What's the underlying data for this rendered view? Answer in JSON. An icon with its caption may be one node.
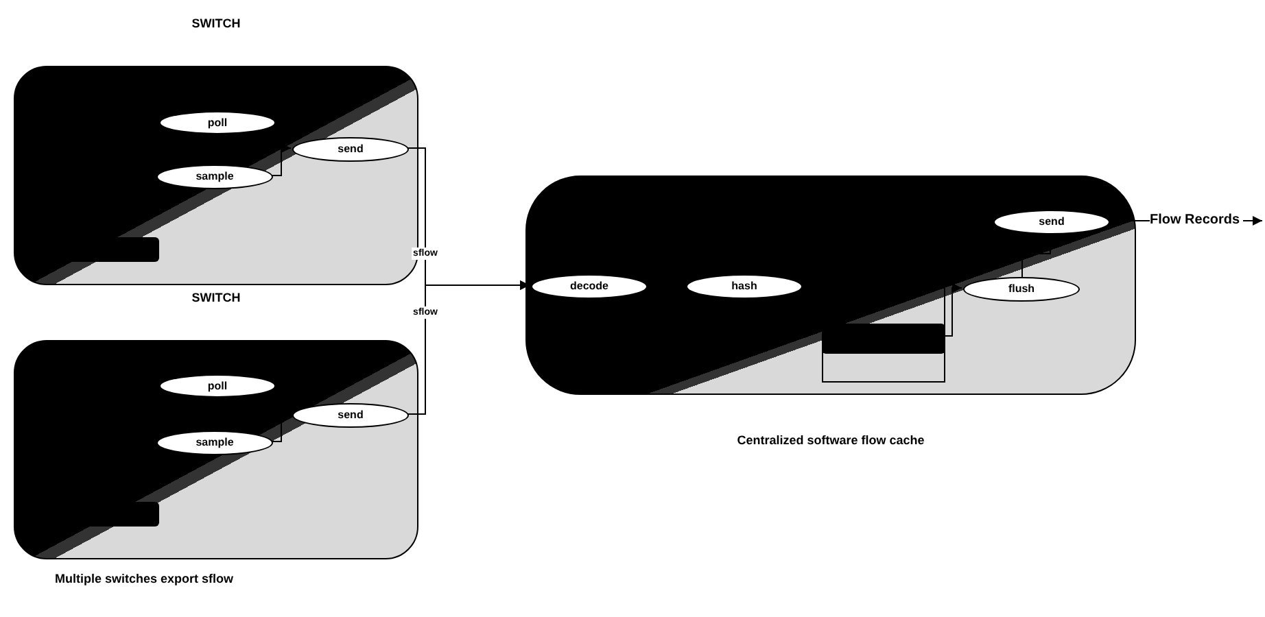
{
  "diagram": {
    "nodes": [
      {
        "text": [
          "SWITCH"
        ]
      },
      {
        "text": [
          "poll"
        ],
        "in": 0
      },
      {
        "text": [
          "sample"
        ],
        "in": 0
      },
      {
        "text": [
          "send"
        ],
        "in": 0
      },
      {
        "text": [],
        "shape": "bar",
        "in": 0
      },
      {
        "text": [
          "SWITCH"
        ]
      },
      {
        "text": [
          "poll"
        ],
        "in": 5
      },
      {
        "text": [
          "sample"
        ],
        "in": 5
      },
      {
        "text": [
          "send"
        ],
        "in": 5
      },
      {
        "text": [],
        "shape": "bar",
        "in": 5
      },
      {
        "text": [
          "Centralized software flow cache"
        ]
      },
      {
        "text": [
          "decode"
        ],
        "in": 10
      },
      {
        "text": [
          "hash"
        ],
        "in": 10
      },
      {
        "text": [],
        "shape": "box",
        "in": 10
      },
      {
        "text": [],
        "shape": "bar",
        "in": 13
      },
      {
        "text": [
          "flush"
        ],
        "in": 10
      },
      {
        "text": [
          "send"
        ],
        "in": 10
      },
      {
        "text": [
          "Flow Records"
        ]
      }
    ],
    "edges": [
      {
        "from": 2,
        "to": 3,
        "arrow": "to"
      },
      {
        "from": 3,
        "to": 11,
        "arrow": "to",
        "label": "sflow"
      },
      {
        "from": 7,
        "to": 8,
        "arrow": "to"
      },
      {
        "from": 8,
        "to": 11,
        "arrow": "to",
        "label": "sflow"
      },
      {
        "from": 14,
        "to": 15,
        "arrow": "to"
      },
      {
        "from": 15,
        "to": 16,
        "arrow": "to"
      },
      {
        "from": 16,
        "to": 17,
        "arrow": "none"
      },
      {
        "from": 17,
        "to": null,
        "arrow": "to"
      }
    ],
    "labels": [
      "Multiple switches export sflow"
    ]
  }
}
